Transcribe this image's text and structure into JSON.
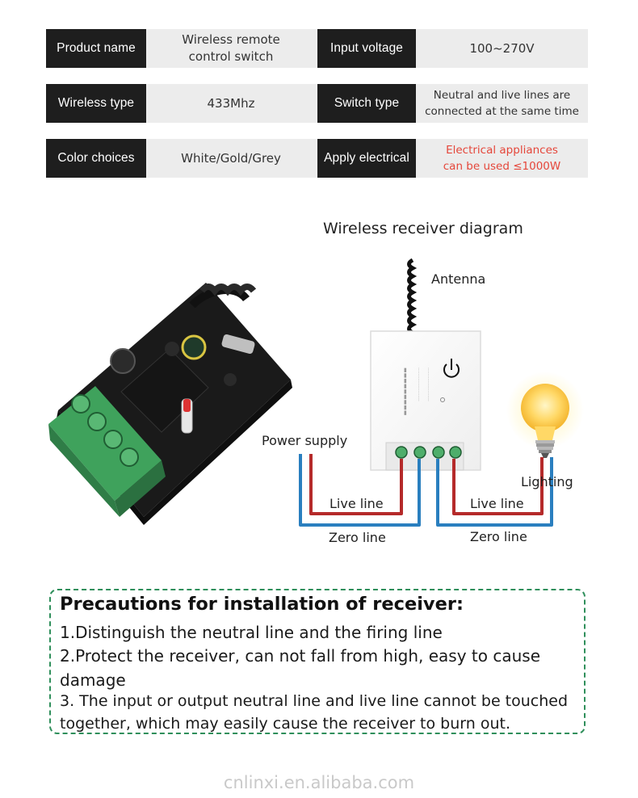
{
  "spec_table": [
    {
      "label_a": "Product name",
      "value_a": "Wireless remote\ncontrol switch",
      "label_b": "Input voltage",
      "value_b": "100~270V"
    },
    {
      "label_a": "Wireless type",
      "value_a": "433Mhz",
      "label_b": "Switch type",
      "value_b": "Neutral and live lines are\nconnected at the same time"
    },
    {
      "label_a": "Color choices",
      "value_a": "White/Gold/Grey",
      "label_b": "Apply electrical",
      "value_b": "Electrical appliances\ncan be used ≤1000W"
    }
  ],
  "diagram": {
    "title": "Wireless receiver diagram",
    "antenna": "Antenna",
    "power_supply": "Power supply",
    "lighting": "Lighting",
    "live_line_left": "Live line",
    "zero_line_left": "Zero line",
    "live_line_right": "Live line",
    "zero_line_right": "Zero line"
  },
  "precautions": {
    "title": "Precautions for installation of receiver:",
    "items": [
      "1.Distinguish the neutral line and the firing line",
      "2.Protect the receiver, can not fall from high, easy to cause damage",
      "3. The input or output neutral line and live line cannot be touched together, which may easily cause the receiver to burn out."
    ]
  },
  "watermark": "cnlinxi.en.alibaba.com",
  "colors": {
    "live": "#b52a2a",
    "zero": "#2a7fbf",
    "label_bg": "#1e1e1e",
    "value_bg": "#ececec",
    "warning": "#e5463a",
    "border": "#2f8f5b"
  }
}
